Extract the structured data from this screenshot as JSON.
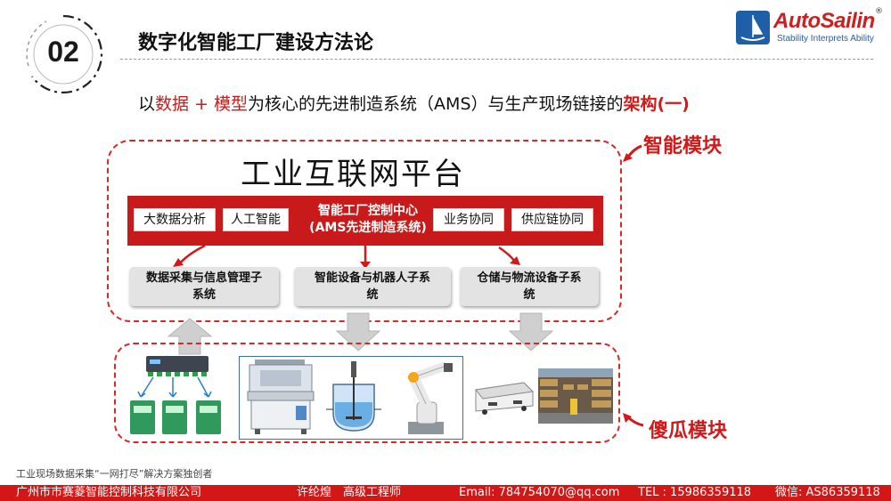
{
  "header": {
    "number": "02",
    "title": "数字化智能工厂建设方法论",
    "logo_name": "AutoSailin",
    "logo_reg": "®",
    "logo_tagline": "Stability Interprets Ability"
  },
  "subtitle": {
    "prefix": "以",
    "data": "数据",
    "plus": " + ",
    "model": "模型",
    "middle": "为核心的先进制造系统（AMS）与生产现场链接的",
    "arch": "架构(一)"
  },
  "top_panel": {
    "title": "工业互联网平台",
    "chips": {
      "big_data": "大数据分析",
      "ai": "人工智能",
      "business": "业务协同",
      "supply": "供应链协同"
    },
    "center_line1": "智能工厂控制中心",
    "center_line2": "(AMS先进制造系统)",
    "subsystems": {
      "data_line1": "数据采集与信息管理子",
      "data_line2": "系统",
      "robot_line1": "智能设备与机器人子系",
      "robot_line2": "统",
      "storage_line1": "仓储与物流设备子系",
      "storage_line2": "统"
    },
    "label": "智能模块"
  },
  "bottom_panel": {
    "label": "傻瓜模块"
  },
  "footer": {
    "note": "工业现场数据采集“一网打尽”解决方案独创者",
    "company": "广州市市赛菱智能控制科技有限公司",
    "person": "许纶煌　高级工程师",
    "email": "Email:  784754070@qq.com",
    "tel": "TEL : 15986359118",
    "wechat": "微信:  AS86359118"
  },
  "colors": {
    "accent_red": "#d21818",
    "panel_red": "#c81a1a",
    "brand_blue": "#1e5fa8",
    "arrow_gray": "#cfcfcf"
  },
  "icons": [
    "arrow-up-icon",
    "arrow-down-icon",
    "curved-arrow-icon",
    "logo-mark-icon"
  ]
}
